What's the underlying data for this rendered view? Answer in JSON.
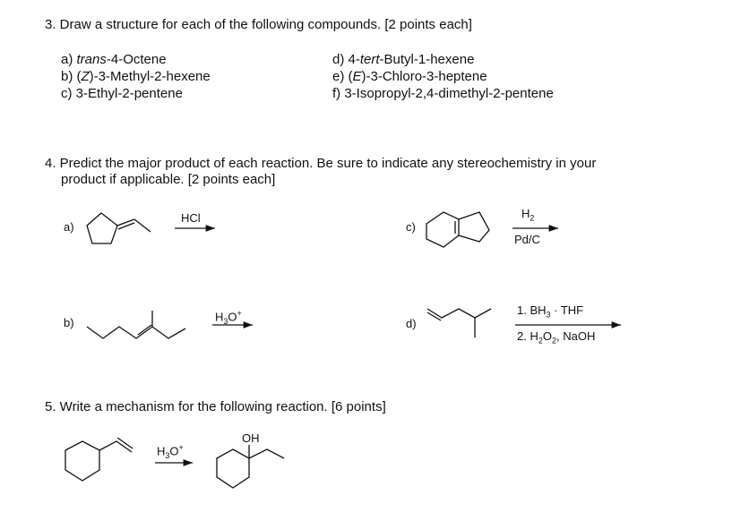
{
  "q3": {
    "heading": "3. Draw a structure for each of the following compounds. [2 points each]",
    "items": [
      {
        "prefix": "a) ",
        "italic": "trans",
        "rest": "-4-Octene"
      },
      {
        "prefix": "b) (",
        "italic": "Z",
        "rest": ")-3-Methyl-2-hexene"
      },
      {
        "prefix": "c) ",
        "italic": "",
        "rest": "3-Ethyl-2-pentene"
      },
      {
        "prefix": "d) 4-",
        "italic": "tert",
        "rest": "-Butyl-1-hexene"
      },
      {
        "prefix": "e) (",
        "italic": "E",
        "rest": ")-3-Chloro-3-heptene"
      },
      {
        "prefix": "f) ",
        "italic": "",
        "rest": "3-Isopropyl-2,4-dimethyl-2-pentene"
      }
    ]
  },
  "q4": {
    "heading_line1": "4. Predict the major product of each reaction. Be sure to indicate any stereochemistry in your",
    "heading_line2": "product if applicable. [2 points each]",
    "a": {
      "label": "a)",
      "reagent": "HCl"
    },
    "b": {
      "label": "b)",
      "reagent_main": "H",
      "reagent_sub": "3",
      "reagent_end": "O",
      "reagent_sup": "+"
    },
    "c": {
      "label": "c)",
      "reagent_top_main": "H",
      "reagent_top_sub": "2",
      "reagent_bottom": "Pd/C"
    },
    "d": {
      "label": "d)",
      "step1_a": "1. BH",
      "step1_sub": "3",
      "step1_b": " · THF",
      "step2_a": "2. H",
      "step2_sub1": "2",
      "step2_b": "O",
      "step2_sub2": "2",
      "step2_c": ", NaOH"
    }
  },
  "q5": {
    "heading": "5. Write a mechanism for the following reaction. [6 points]",
    "reagent_main": "H",
    "reagent_sub": "3",
    "reagent_end": "O",
    "reagent_sup": "+",
    "product_label": "OH"
  }
}
